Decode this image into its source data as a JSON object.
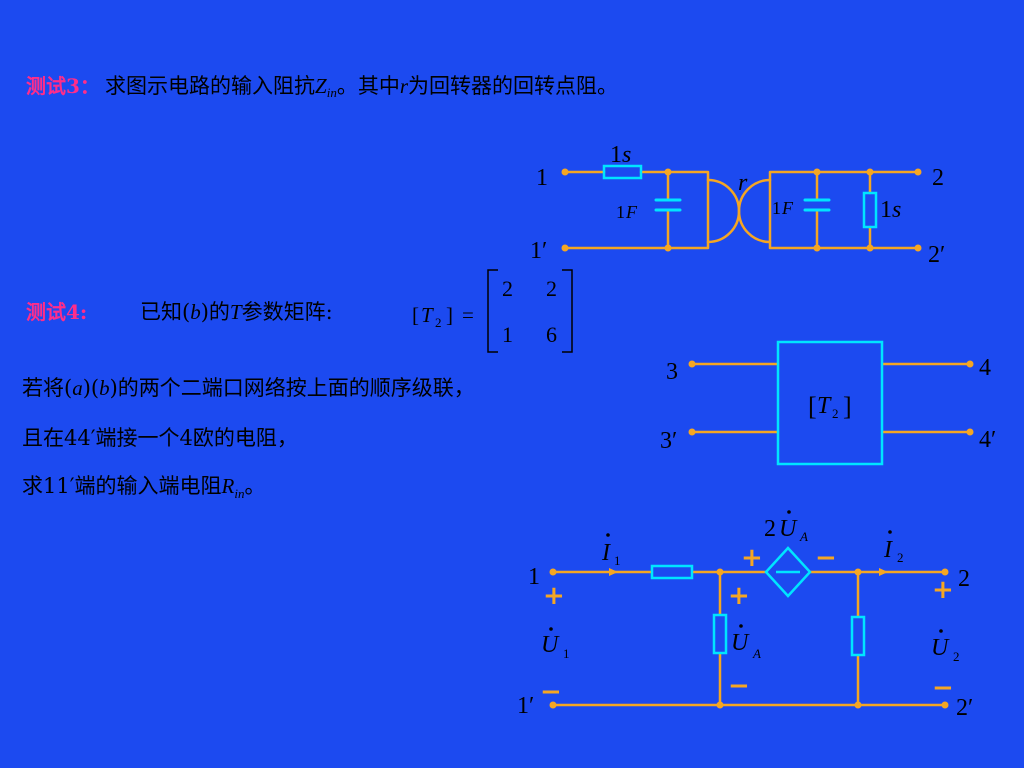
{
  "test3": {
    "label": "测试3：",
    "text_prefix": "求图示电路的输入阻抗",
    "z_sym": "Z",
    "z_sub": "in",
    "text_mid": "。其中",
    "r_sym": "r",
    "text_suffix": "为回转器的回转点阻。"
  },
  "test4": {
    "label": "测试4:",
    "known_prefix": "已知(",
    "known_b": "b",
    "known_mid": ")的",
    "known_T": "T",
    "known_suffix": "参数矩阵:",
    "matrix_lhs_T": "T",
    "matrix_lhs_sub": "2",
    "matrix": [
      [
        "2",
        "2"
      ],
      [
        "1",
        "6"
      ]
    ],
    "line1_a": "若将(",
    "line1_av": "a",
    "line1_b": ")(",
    "line1_bv": "b",
    "line1_c": ")的两个二端口网络按上面的顺序级联，",
    "line2": "且在44′端接一个4欧的电阻，",
    "line3_a": "求11′端的输入端电阻",
    "line3_R": "R",
    "line3_sub": "in",
    "line3_end": "。"
  },
  "circuit_a": {
    "port1": "1",
    "port1p": "1′",
    "port2": "2",
    "port2p": "2′",
    "res_left_val": "1",
    "res_left_unit": "s",
    "cap_left_val": "1",
    "cap_left_unit": "F",
    "gyrator": "r",
    "cap_right_val": "1",
    "cap_right_unit": "F",
    "res_right_val": "1",
    "res_right_unit": "s"
  },
  "circuit_box": {
    "port3": "3",
    "port3p": "3′",
    "port4": "4",
    "port4p": "4′",
    "box_T": "T",
    "box_sub": "2"
  },
  "circuit_b": {
    "port1": "1",
    "port1p": "1′",
    "port2": "2",
    "port2p": "2′",
    "i1": "I",
    "i1_sub": "1",
    "i2": "I",
    "i2_sub": "2",
    "src_coef": "2",
    "src_U": "U",
    "src_sub": "A",
    "u1": "U",
    "u1_sub": "1",
    "u2": "U",
    "u2_sub": "2",
    "ua": "U",
    "ua_sub": "A",
    "plus": "+",
    "minus": "−"
  },
  "colors": {
    "background": "#1c4af0",
    "wire": "#f5a623",
    "component": "#00e5ff",
    "label": "#ff2d8a"
  }
}
